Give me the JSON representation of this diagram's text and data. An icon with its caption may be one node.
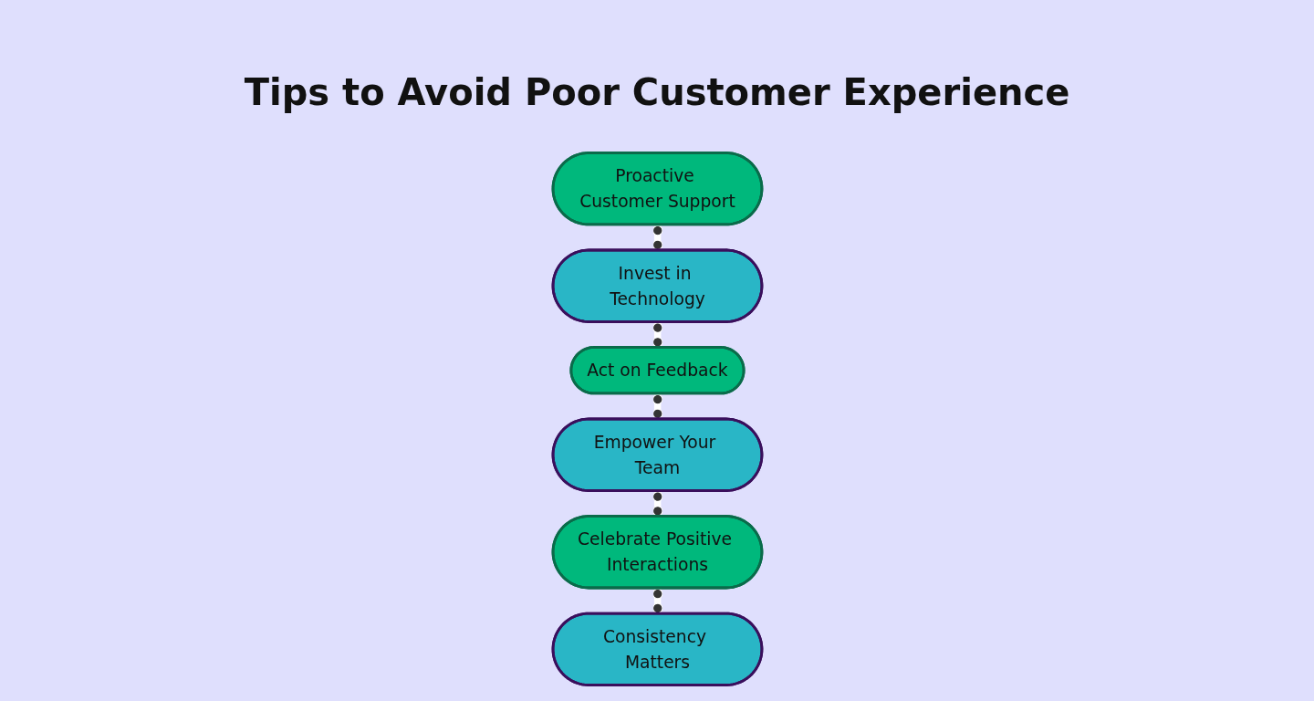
{
  "diagram": {
    "title": "Tips to Avoid Poor Customer Experience",
    "nodes": [
      {
        "text": [
          "Proactive Customer Support"
        ]
      },
      {
        "text": [
          "Invest in Technology"
        ]
      },
      {
        "text": [
          "Act on Feedback"
        ]
      },
      {
        "text": [
          "Empower Your Team"
        ]
      },
      {
        "text": [
          "Celebrate Positive Interactions"
        ]
      },
      {
        "text": [
          "Consistency Matters"
        ]
      }
    ],
    "edges": [
      {
        "from": 0,
        "to": 1,
        "arrow": "other"
      },
      {
        "from": 1,
        "to": 2,
        "arrow": "other"
      },
      {
        "from": 2,
        "to": 3,
        "arrow": "other"
      },
      {
        "from": 3,
        "to": 4,
        "arrow": "other"
      },
      {
        "from": 4,
        "to": 5,
        "arrow": "other"
      }
    ]
  }
}
